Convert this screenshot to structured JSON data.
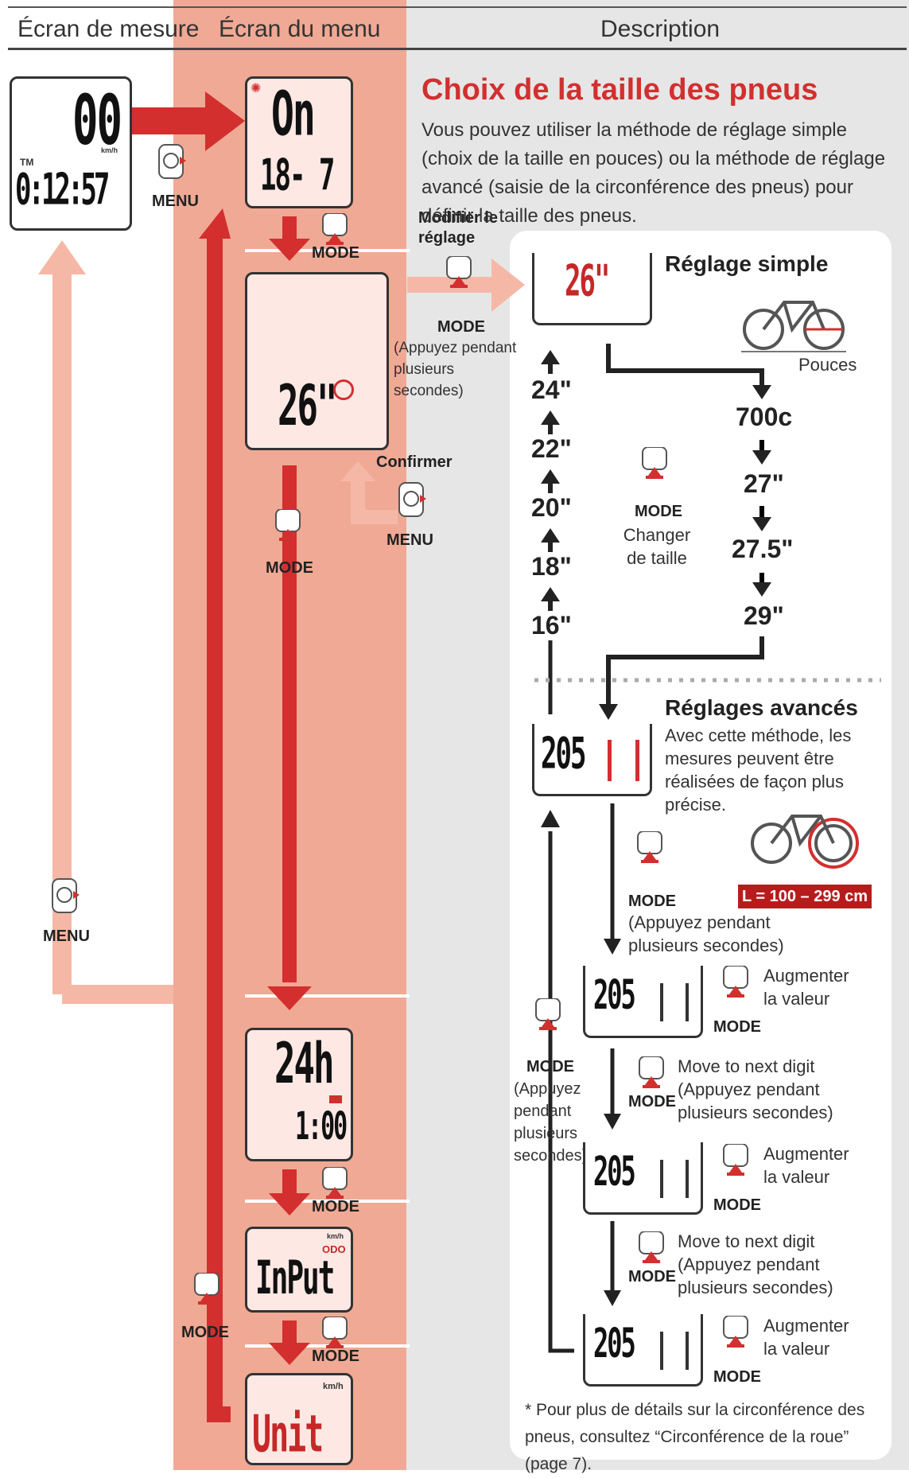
{
  "headers": {
    "measure": "Écran de mesure",
    "menu": "Écran du menu",
    "description": "Description"
  },
  "measure_display": {
    "speed": "00",
    "speed_unit": "km/h",
    "tm_label": "TM",
    "time": "0:12:57"
  },
  "menu_displays": {
    "on_top": "On",
    "on_bottom": "18- 7",
    "tire": "26\"",
    "clock_top": "24h",
    "clock_bottom": "1:00",
    "input_units": "km/h",
    "input_odo": "ODO",
    "input_text": "InPut",
    "unit_units": "km/h",
    "unit_text": "Unit"
  },
  "buttons": {
    "mode": "MODE",
    "menu": "MENU"
  },
  "labels": {
    "modify": "Modifier le réglage",
    "hold": "(Appuyez pendant plusieurs secondes)",
    "confirm": "Confirmer"
  },
  "description": {
    "title": "Choix de la taille des pneus",
    "body": "Vous pouvez utiliser la méthode de réglage simple (choix de la taille en pouces) ou la méthode de réglage avancé (saisie de la circonférence des pneus) pour définir la taille des pneus."
  },
  "simple": {
    "title": "Réglage simple",
    "display": "26\"",
    "pouces": "Pouces",
    "change_size": "Changer de taille",
    "up_sizes": [
      "24\"",
      "22\"",
      "20\"",
      "18\"",
      "16\""
    ],
    "down_sizes": [
      "700c",
      "27\"",
      "27.5\"",
      "29\""
    ]
  },
  "advanced": {
    "title": "Réglages avancés",
    "desc": "Avec cette méthode, les mesures peuvent être réalisées de façon plus précise.",
    "range": "L = 100 – 299 cm",
    "display": "205",
    "hold": "(Appuyez pendant plusieurs secondes)",
    "hold_left": "(Appuyez pendant plusieurs secondes)",
    "increase": "Augmenter la valeur",
    "next_digit": "Move to next digit",
    "next_hold": "(Appuyez pendant plusieurs secondes)"
  },
  "footnote": "*   Pour plus de détails sur la circonférence des pneus, consultez “Circonférence de la roue” (page 7).",
  "colors": {
    "red": "#d32f2f",
    "menu_col": "#f0a994",
    "pink_arrow": "#f6b8a6",
    "panel": "#f2f2f2"
  }
}
